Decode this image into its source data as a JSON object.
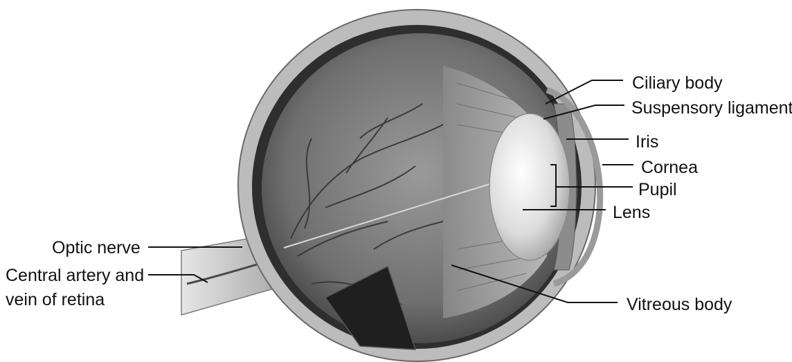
{
  "labels": {
    "ciliary_body": "Ciliary body",
    "suspensory_ligament": "Suspensory ligament",
    "iris": "Iris",
    "cornea": "Cornea",
    "pupil": "Pupil",
    "lens": "Lens",
    "optic_nerve": "Optic nerve",
    "central_artery_line1": "Central artery and",
    "central_artery_line2": "vein of retina",
    "vitreous_body": "Vitreous body"
  }
}
